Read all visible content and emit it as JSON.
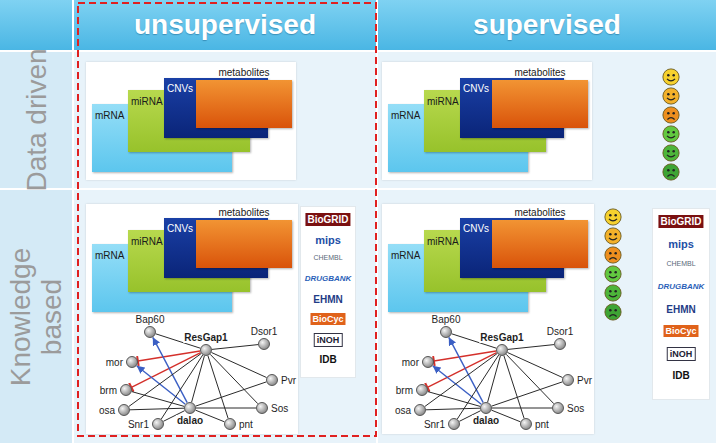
{
  "diagram": {
    "nodes": [
      {
        "text": [
          "unsupervised"
        ]
      },
      {
        "text": [
          "supervised"
        ]
      },
      {
        "text": [
          "Data driven"
        ]
      },
      {
        "text": [
          "mRNA"
        ]
      },
      {
        "text": [
          "miRNA"
        ]
      },
      {
        "text": [
          "CNVs"
        ]
      },
      {
        "text": [
          "metabolites"
        ]
      },
      {
        "text": [
          "mRNA"
        ]
      },
      {
        "text": [
          "miRNA"
        ]
      },
      {
        "text": [
          "CNVs"
        ]
      },
      {
        "text": [
          "metabolites"
        ]
      },
      {
        "text": [
          "Knowledge based"
        ]
      },
      {
        "text": [
          "mRNA"
        ]
      },
      {
        "text": [
          "miRNA"
        ]
      },
      {
        "text": [
          "CNVs"
        ]
      },
      {
        "text": [
          "metabolites"
        ]
      },
      {
        "text": [
          "Bap60"
        ]
      },
      {
        "text": [
          "ResGap1"
        ]
      },
      {
        "text": [
          "Dsor1"
        ]
      },
      {
        "text": [
          "mor"
        ]
      },
      {
        "text": [
          "Pvr"
        ]
      },
      {
        "text": [
          "brm"
        ]
      },
      {
        "text": [
          "dalao"
        ]
      },
      {
        "text": [
          "osa"
        ]
      },
      {
        "text": [
          "Sos"
        ]
      },
      {
        "text": [
          "Snr1"
        ]
      },
      {
        "text": [
          "pnt"
        ]
      },
      {
        "text": [
          "mRNA"
        ]
      },
      {
        "text": [
          "miRNA"
        ]
      },
      {
        "text": [
          "CNVs"
        ]
      },
      {
        "text": [
          "metabolites"
        ]
      },
      {
        "text": [
          "Bap60"
        ]
      },
      {
        "text": [
          "ResGap1"
        ]
      },
      {
        "text": [
          "Dsor1"
        ]
      },
      {
        "text": [
          "mor"
        ]
      },
      {
        "text": [
          "Pvr"
        ]
      },
      {
        "text": [
          "brm"
        ]
      },
      {
        "text": [
          "dalao"
        ]
      },
      {
        "text": [
          "osa"
        ]
      },
      {
        "text": [
          "Sos"
        ]
      },
      {
        "text": [
          "Snr1"
        ]
      },
      {
        "text": [
          "pnt"
        ]
      }
    ],
    "edges": [
      {
        "from": 17,
        "to": 19,
        "arrow": "to"
      },
      {
        "from": 17,
        "to": 21,
        "arrow": "to"
      },
      {
        "from": 22,
        "to": 19,
        "arrow": "to"
      },
      {
        "from": 22,
        "to": 16,
        "arrow": "to"
      },
      {
        "from": 17,
        "to": 16,
        "arrow": "none"
      },
      {
        "from": 17,
        "to": 18,
        "arrow": "none"
      },
      {
        "from": 17,
        "to": 20,
        "arrow": "none"
      },
      {
        "from": 17,
        "to": 24,
        "arrow": "none"
      },
      {
        "from": 17,
        "to": 26,
        "arrow": "none"
      },
      {
        "from": 17,
        "to": 22,
        "arrow": "none"
      },
      {
        "from": 17,
        "to": 23,
        "arrow": "none"
      },
      {
        "from": 17,
        "to": 25,
        "arrow": "none"
      },
      {
        "from": 22,
        "to": 21,
        "arrow": "none"
      },
      {
        "from": 22,
        "to": 23,
        "arrow": "none"
      },
      {
        "from": 22,
        "to": 25,
        "arrow": "none"
      },
      {
        "from": 22,
        "to": 26,
        "arrow": "none"
      },
      {
        "from": 22,
        "to": 24,
        "arrow": "none"
      },
      {
        "from": 22,
        "to": 20,
        "arrow": "none"
      },
      {
        "from": 32,
        "to": 34,
        "arrow": "to"
      },
      {
        "from": 32,
        "to": 36,
        "arrow": "to"
      },
      {
        "from": 37,
        "to": 34,
        "arrow": "to"
      },
      {
        "from": 37,
        "to": 31,
        "arrow": "to"
      },
      {
        "from": 32,
        "to": 31,
        "arrow": "none"
      },
      {
        "from": 32,
        "to": 33,
        "arrow": "none"
      },
      {
        "from": 32,
        "to": 35,
        "arrow": "none"
      },
      {
        "from": 32,
        "to": 39,
        "arrow": "none"
      },
      {
        "from": 32,
        "to": 41,
        "arrow": "none"
      },
      {
        "from": 32,
        "to": 37,
        "arrow": "none"
      },
      {
        "from": 32,
        "to": 38,
        "arrow": "none"
      },
      {
        "from": 32,
        "to": 40,
        "arrow": "none"
      },
      {
        "from": 37,
        "to": 36,
        "arrow": "none"
      },
      {
        "from": 37,
        "to": 38,
        "arrow": "none"
      },
      {
        "from": 37,
        "to": 40,
        "arrow": "none"
      },
      {
        "from": 37,
        "to": 41,
        "arrow": "none"
      },
      {
        "from": 37,
        "to": 39,
        "arrow": "none"
      },
      {
        "from": 37,
        "to": 35,
        "arrow": "none"
      }
    ],
    "labels": [
      "BioGRID",
      "mips",
      "CHEMBL",
      "DRUGBANK",
      "EHMN",
      "BioCyc",
      "iNOH",
      "IDB",
      "BioGRID",
      "mips",
      "CHEMBL",
      "DRUGBANK",
      "EHMN",
      "BioCyc",
      "iNOH",
      "IDB"
    ]
  }
}
